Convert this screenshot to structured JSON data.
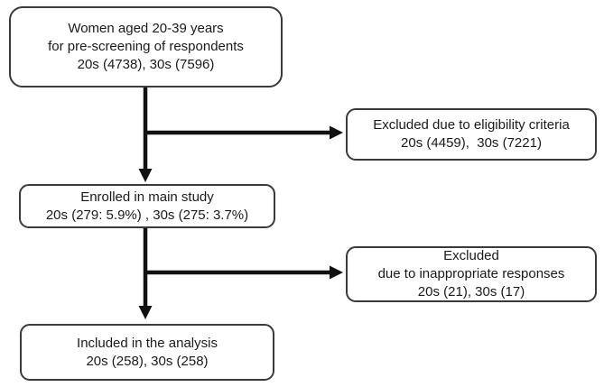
{
  "flowchart": {
    "boxes": {
      "pre_screening": {
        "lines": [
          "Women aged 20-39 years",
          "for pre-screening of respondents",
          "20s (4738), 30s (7596)"
        ]
      },
      "excluded_eligibility": {
        "lines": [
          "Excluded due to eligibility criteria",
          "20s (4459),  30s (7221)"
        ]
      },
      "enrolled": {
        "lines": [
          "Enrolled in main study",
          "20s (279: 5.9%) , 30s (275: 3.7%)"
        ]
      },
      "excluded_inappropriate": {
        "lines": [
          "Excluded",
          "due to inappropriate responses",
          "20s (21), 30s (17)"
        ]
      },
      "included": {
        "lines": [
          "Included in the analysis",
          "20s (258), 30s (258)"
        ]
      }
    },
    "colors": {
      "background": "#ffffff",
      "box_border": "#3a3a3a",
      "arrow": "#111111",
      "text": "#1a1a1a"
    }
  }
}
